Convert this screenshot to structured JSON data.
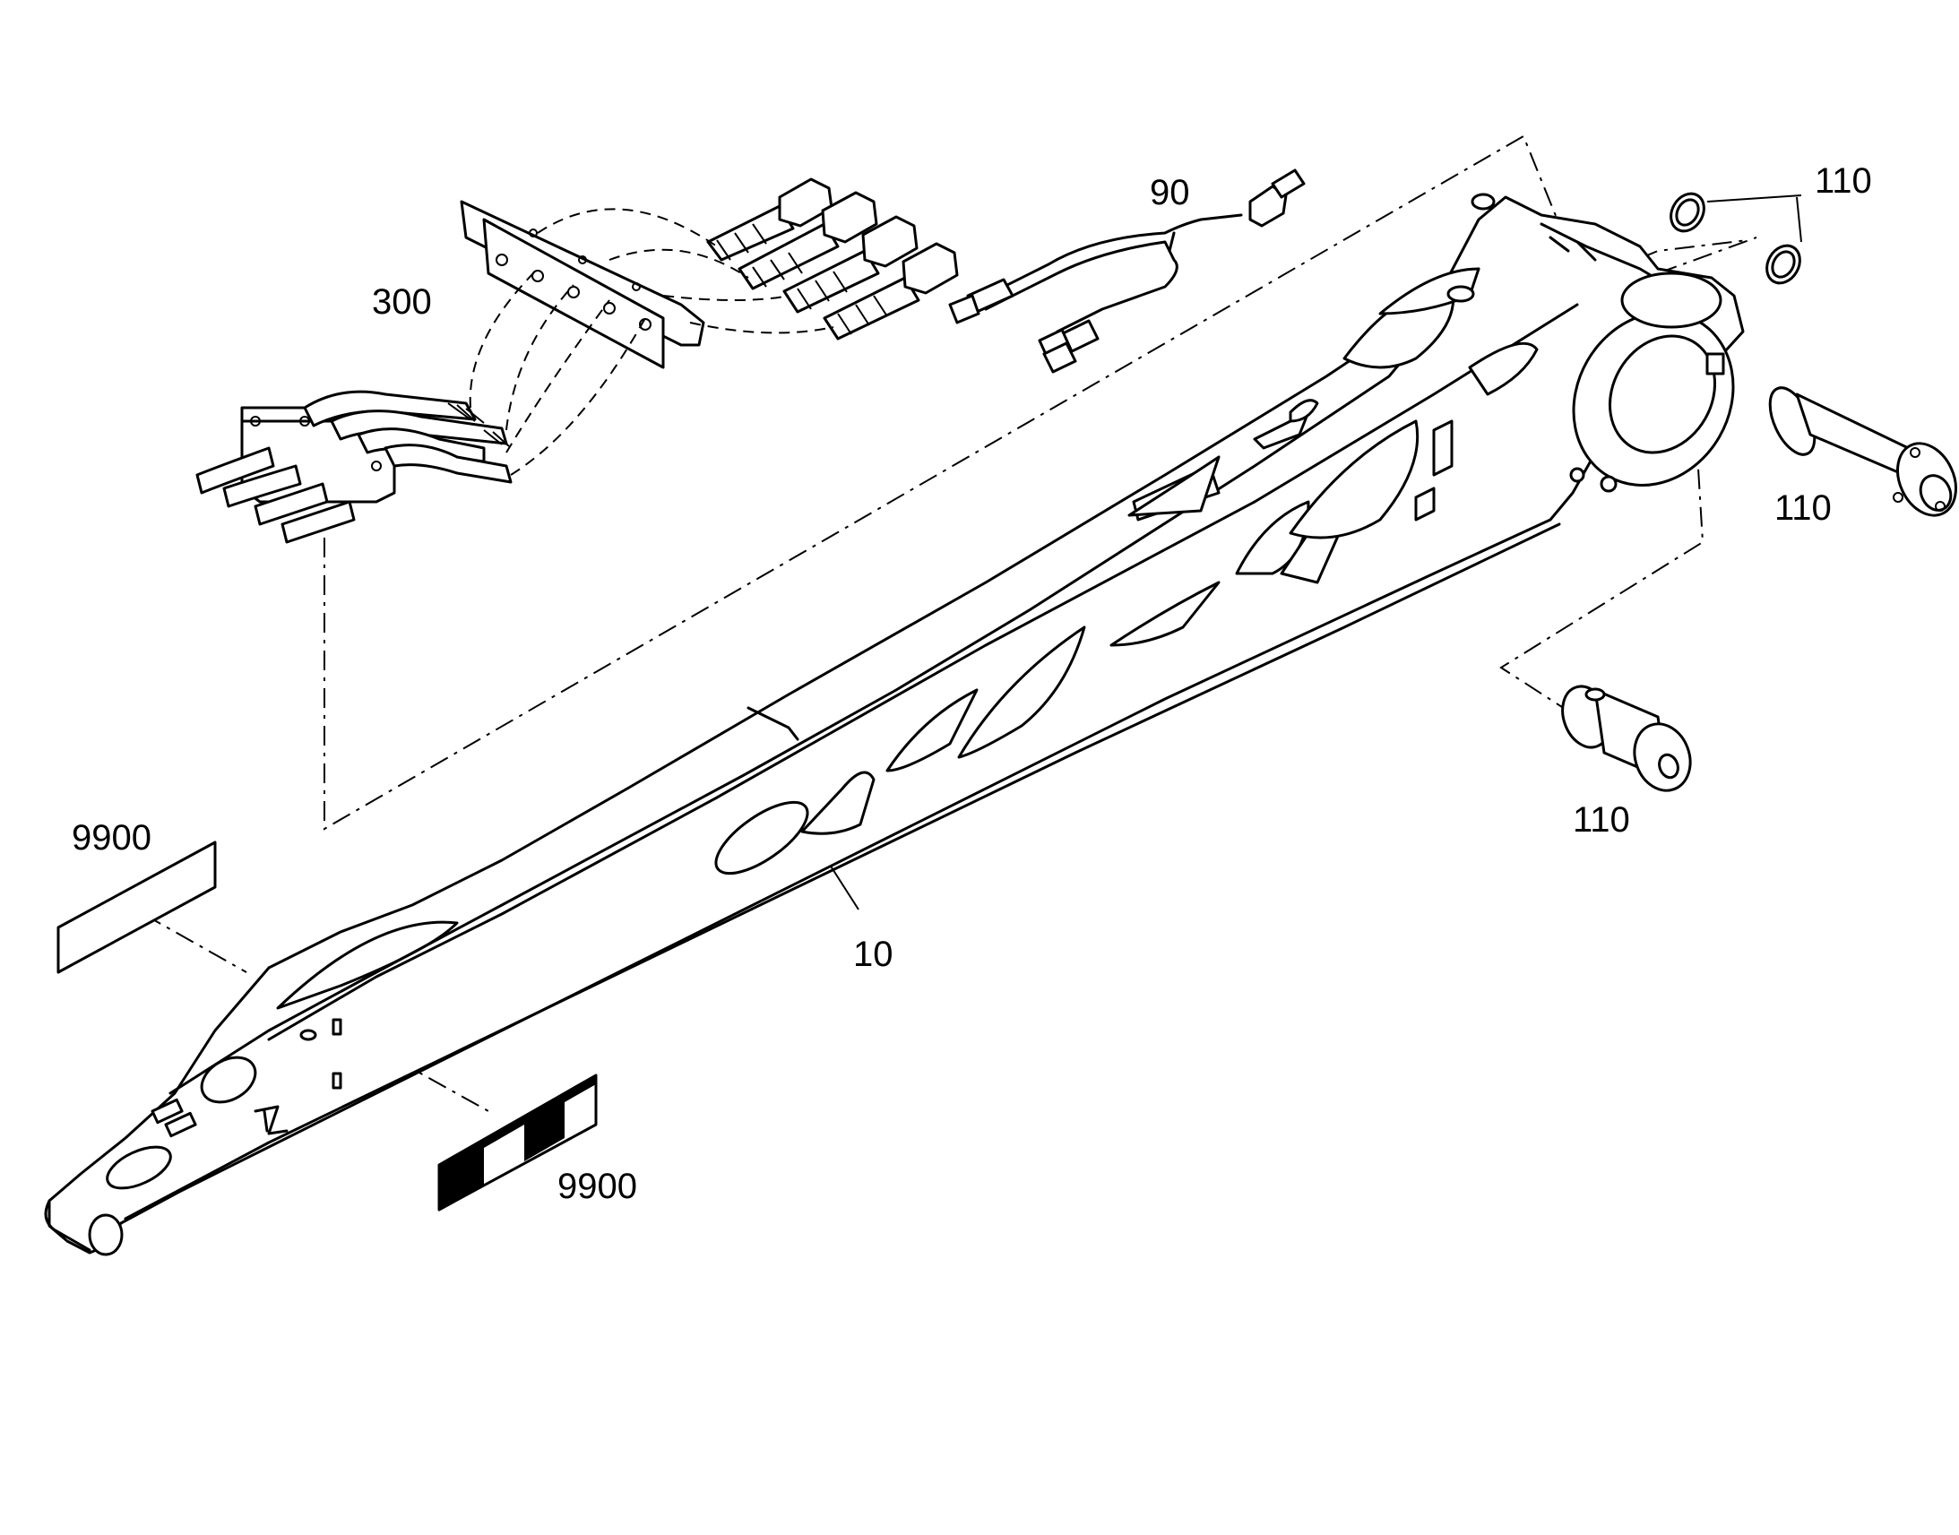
{
  "callouts": {
    "c300": "300",
    "c90": "90",
    "c110_rings": "110",
    "c110_pin": "110",
    "c110_bushing": "110",
    "c9900_left": "9900",
    "c9900_bottom": "9900",
    "c10": "10"
  }
}
